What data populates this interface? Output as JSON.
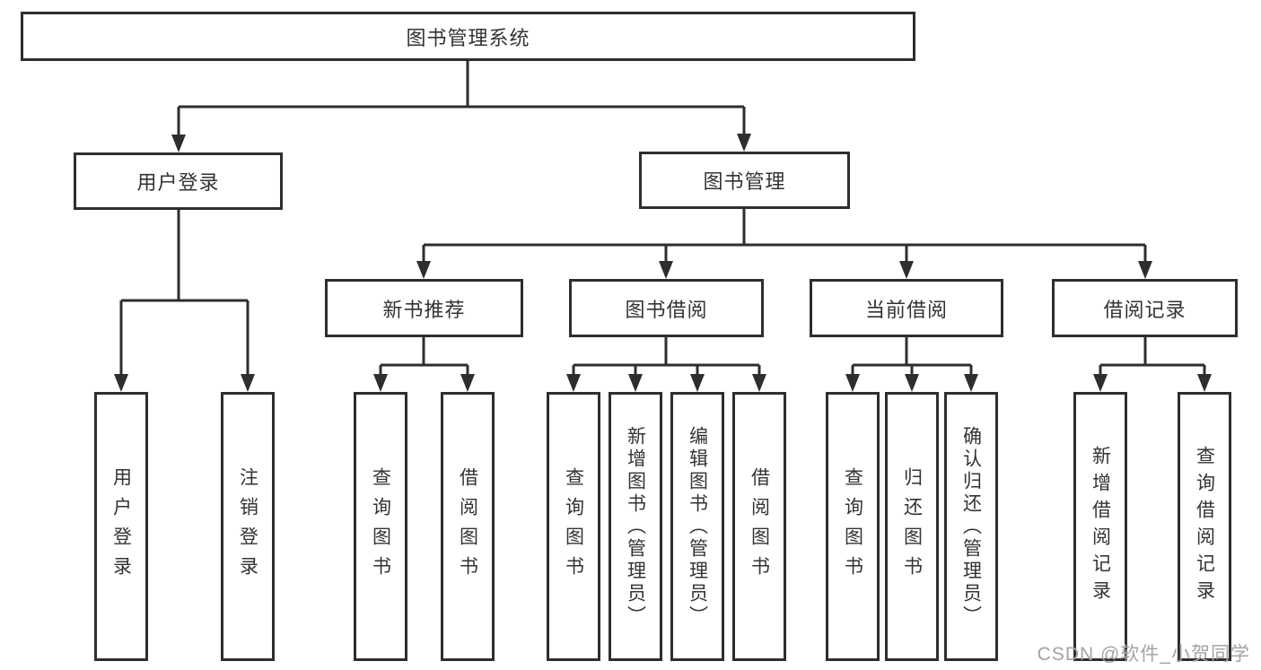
{
  "diagram": {
    "root": {
      "label": "图书管理系统"
    },
    "user_login": {
      "label": "用户登录",
      "children": [
        {
          "label": "用户登录"
        },
        {
          "label": "注销登录"
        }
      ]
    },
    "book_management": {
      "label": "图书管理",
      "modules": [
        {
          "label": "新书推荐",
          "children": [
            {
              "label": "查询图书"
            },
            {
              "label": "借阅图书"
            }
          ]
        },
        {
          "label": "图书借阅",
          "children": [
            {
              "label": "查询图书"
            },
            {
              "label": "新增图书（管理员）"
            },
            {
              "label": "编辑图书（管理员）"
            },
            {
              "label": "借阅图书"
            }
          ]
        },
        {
          "label": "当前借阅",
          "children": [
            {
              "label": "查询图书"
            },
            {
              "label": "归还图书"
            },
            {
              "label": "确认归还（管理员）"
            }
          ]
        },
        {
          "label": "借阅记录",
          "children": [
            {
              "label": "新增借阅记录"
            },
            {
              "label": "查询借阅记录"
            }
          ]
        }
      ]
    }
  },
  "watermark": {
    "text": "CSDN @软件_小贺同学"
  },
  "colors": {
    "line": "#2e2e2e",
    "text": "#333333",
    "watermark": "#a3a3a3",
    "background": "#ffffff"
  }
}
